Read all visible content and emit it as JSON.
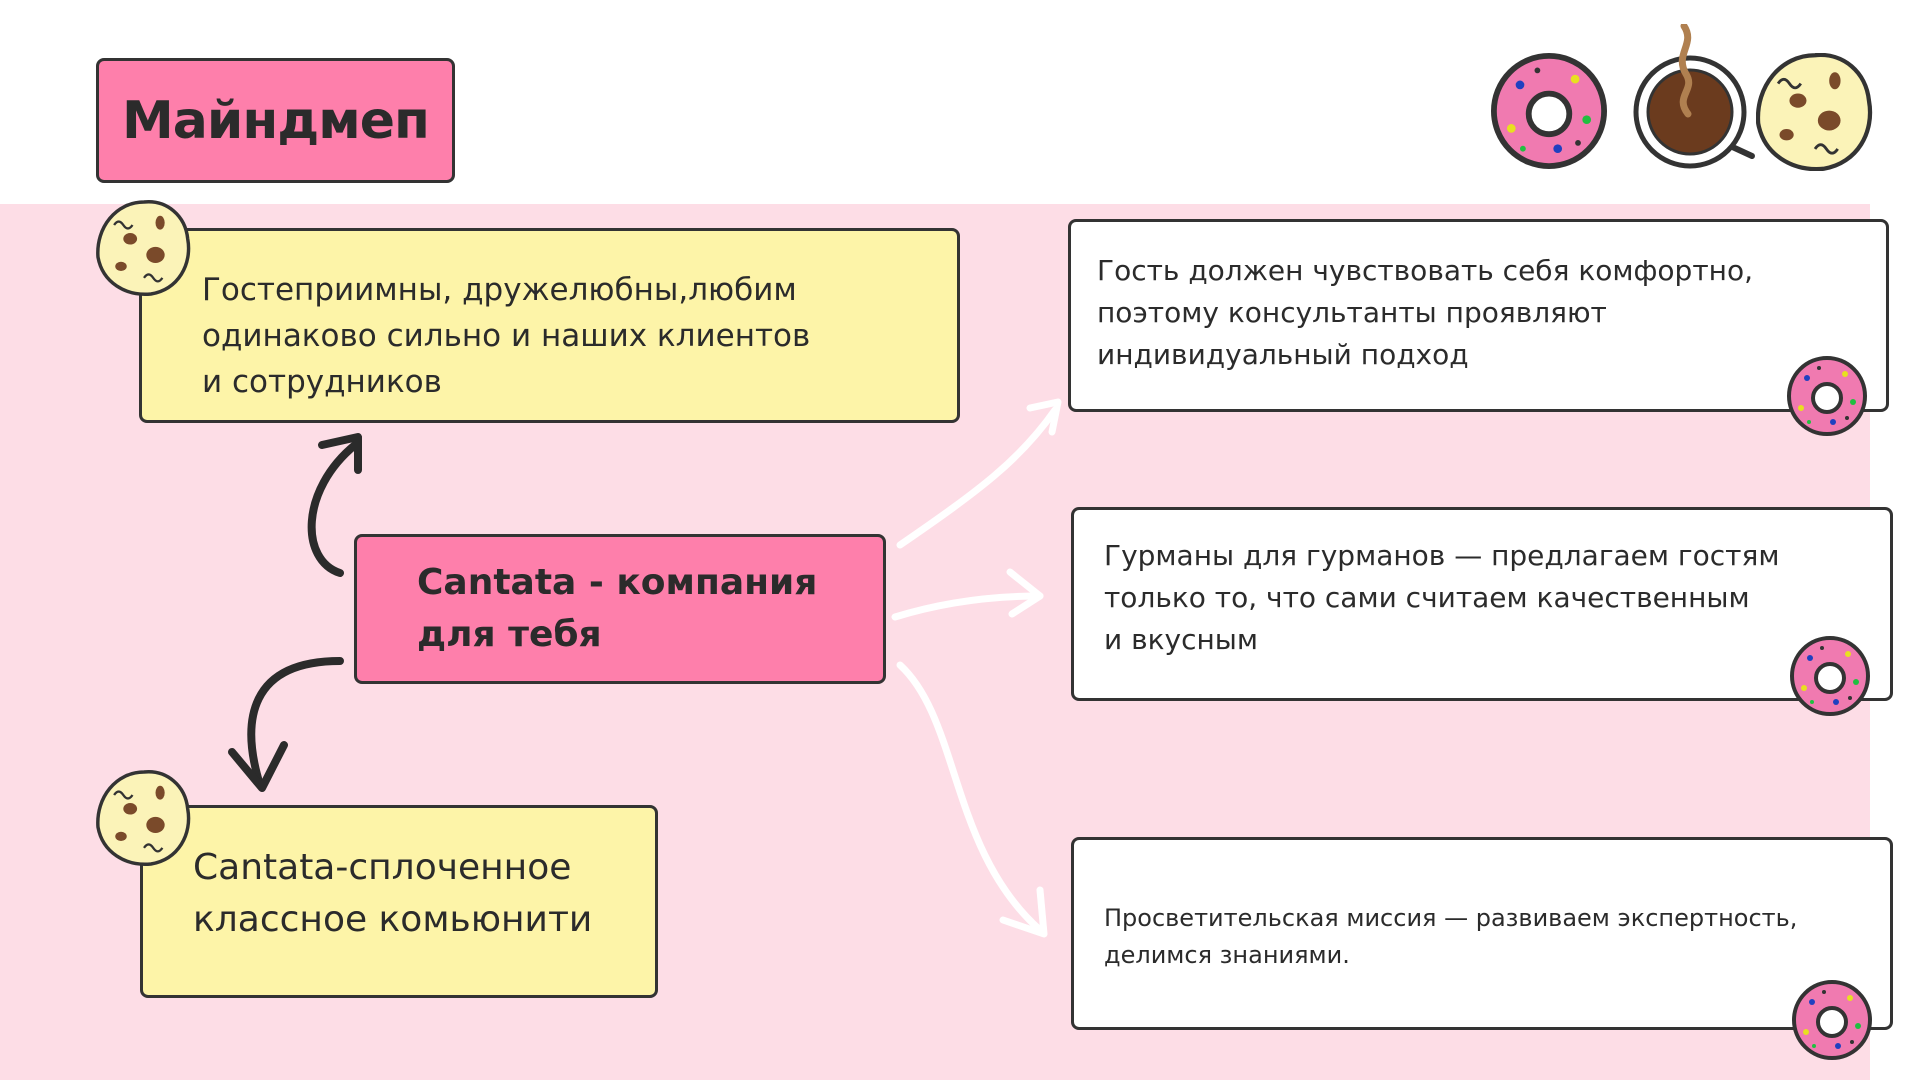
{
  "title": "Майндмеп",
  "center": {
    "lines": [
      "Cantata  -  компания",
      "для  тебя"
    ]
  },
  "left_top": {
    "lines": [
      "Гостеприимны, дружелюбны,любим",
      "одинаково сильно и наших клиентов",
      "и сотрудников"
    ]
  },
  "left_bottom": {
    "lines": [
      "Cantata-сплоченное",
      "классное комьюнити"
    ]
  },
  "right": [
    {
      "lines": [
        "Гость должен чувствовать себя комфортно,",
        "поэтому консультанты проявляют",
        "индивидуальный подход"
      ]
    },
    {
      "lines": [
        "Гурманы для гурманов — предлагаем гостям",
        "только то, что сами считаем качественным",
        "и вкусным"
      ]
    },
    {
      "lines": [
        "Просветительская миссия — развиваем экспертность,",
        "делимся знаниями."
      ]
    }
  ],
  "colors": {
    "pink": "#fe7fab",
    "yellow": "#fdf4a8",
    "background": "#fddde6"
  }
}
